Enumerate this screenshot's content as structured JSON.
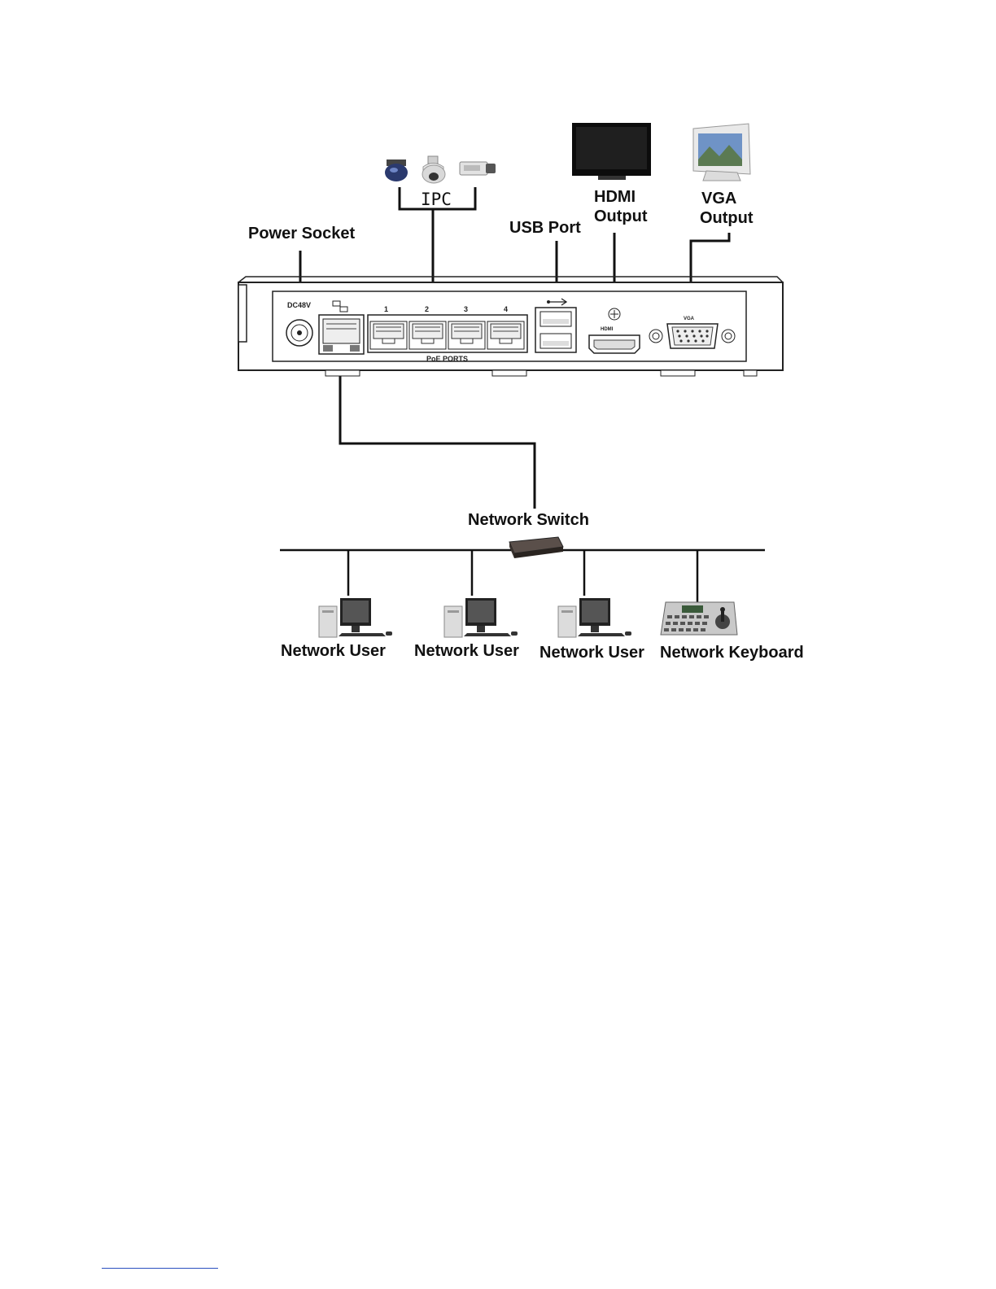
{
  "labels": {
    "power_socket": "Power Socket",
    "ipc": "IPC",
    "usb_port": "USB Port",
    "hdmi_line1": "HDMI",
    "hdmi_line2": "Output",
    "vga_line1": "VGA",
    "vga_line2": "Output",
    "network_switch": "Network Switch",
    "network_user_1": "Network User",
    "network_user_2": "Network User",
    "network_user_3": "Network User",
    "network_keyboard": "Network Keyboard"
  },
  "device_panel": {
    "dc_label": "DC48V",
    "port_numbers": [
      "1",
      "2",
      "3",
      "4"
    ],
    "poe_label": "PoE PORTS",
    "hdmi_label": "HDMI",
    "vga_label": "VGA"
  },
  "colors": {
    "line": "#111111",
    "device_body": "#ffffff",
    "footer_rule": "#2a4fbf"
  }
}
